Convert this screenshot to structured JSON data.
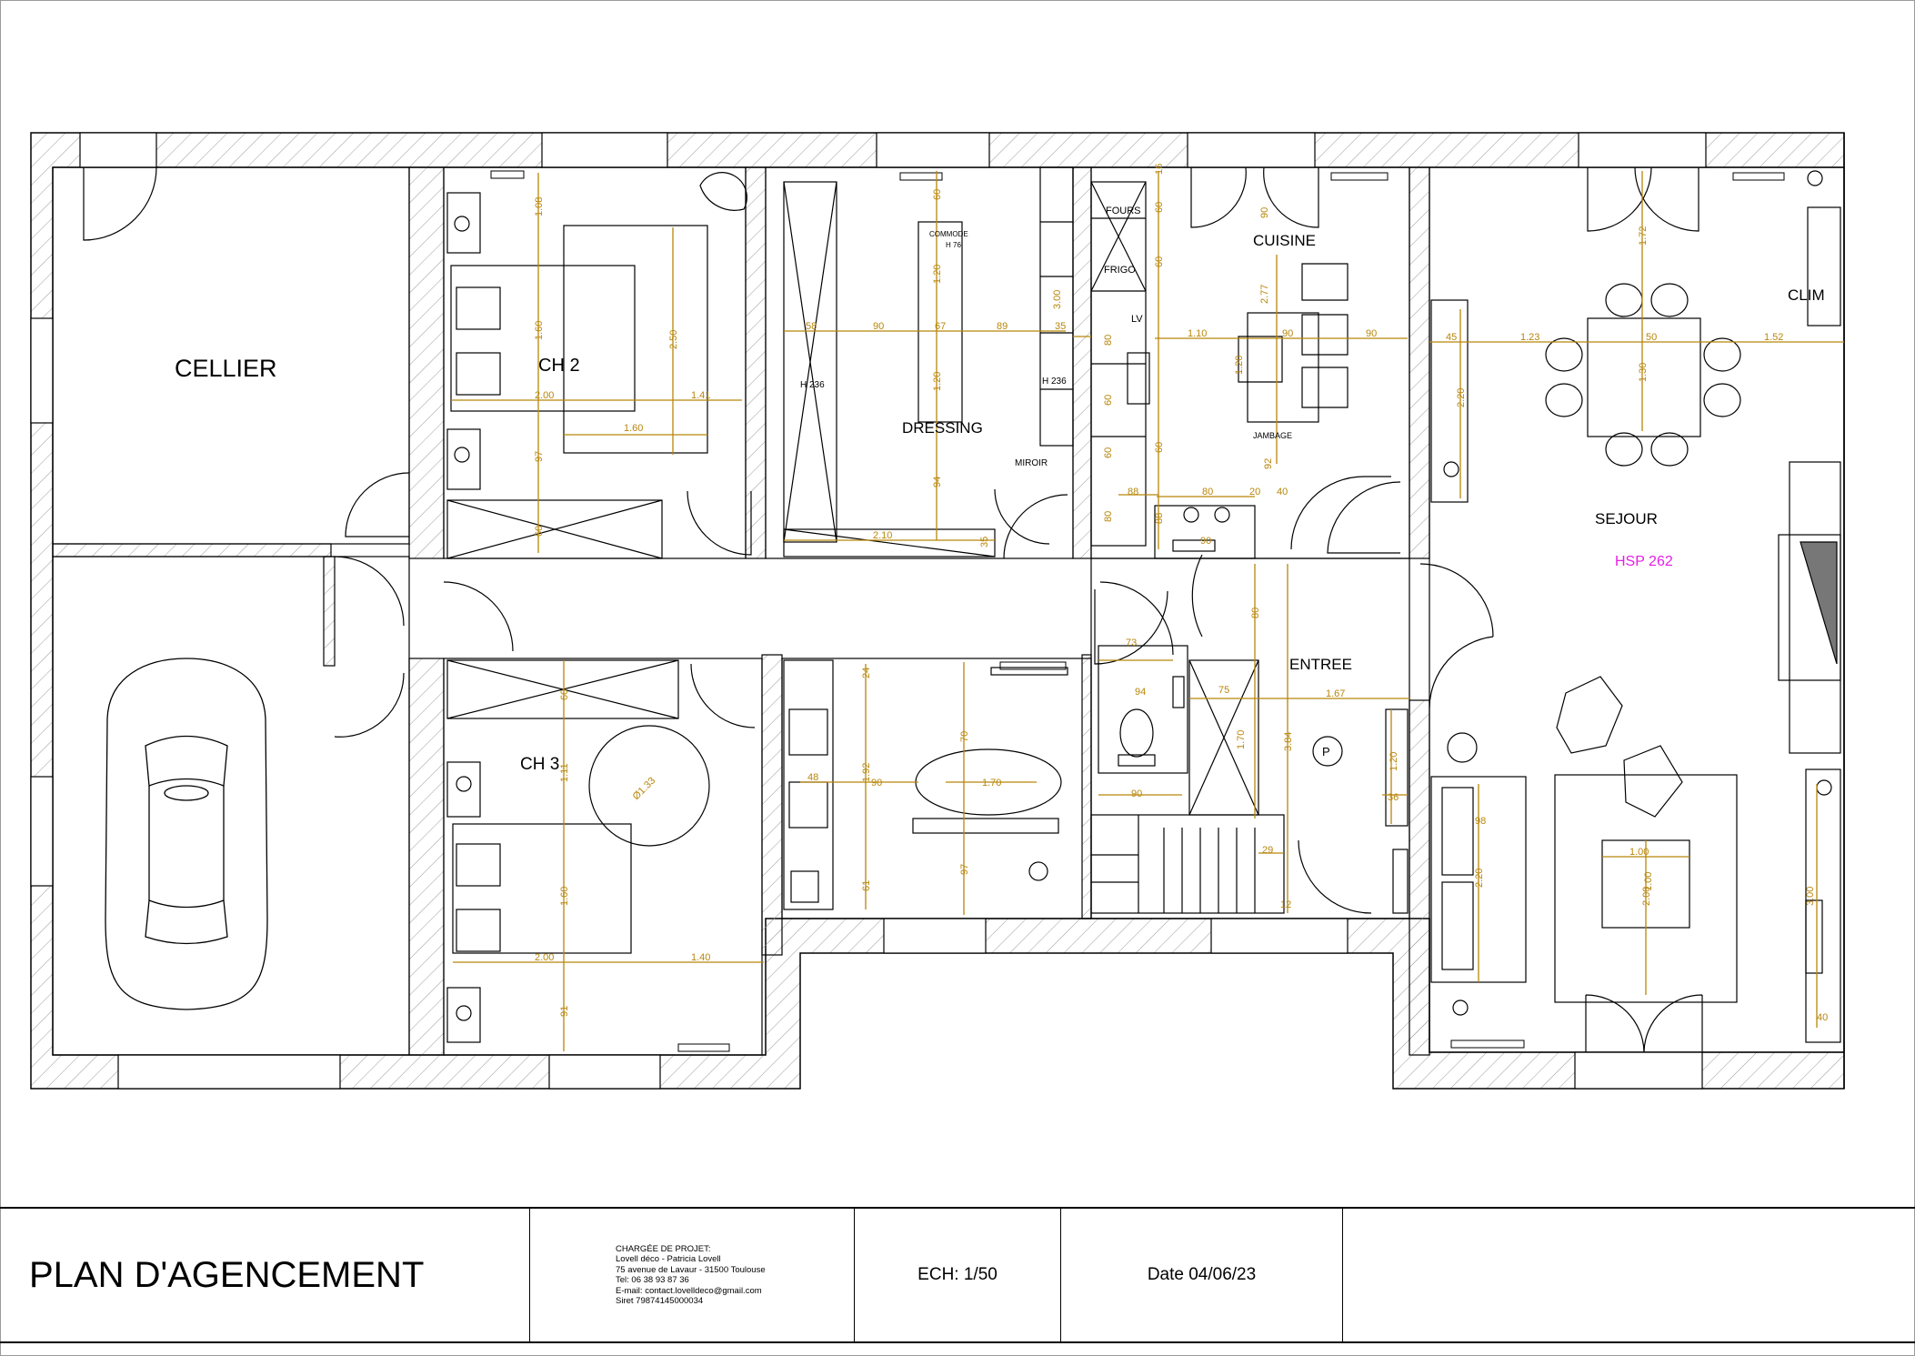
{
  "rooms": {
    "cellier": "CELLIER",
    "ch2": "CH 2",
    "ch3": "CH 3",
    "dressing": "DRESSING",
    "cuisine": "CUISINE",
    "sejour": "SEJOUR",
    "clim": "CLIM",
    "entree": "ENTREE"
  },
  "annotations": {
    "hsp": "HSP 262",
    "fours": "FOURS",
    "frigo": "FRIGO",
    "lv": "LV",
    "commode": "COMMODE",
    "commode_h": "H 76",
    "h236_left": "H 236",
    "h236_right": "H 236",
    "miroir": "MIROIR",
    "jambage": "JAMBAGE",
    "p": "P",
    "diam": "Ø1.33"
  },
  "dimensions": {
    "ch2_a": "1.08",
    "ch2_b": "1.60",
    "ch2_c": "2.50",
    "ch2_d": "2.00",
    "ch2_e": "1.41",
    "ch2_f": "1.60",
    "ch2_g": "97",
    "ch2_h": "60",
    "dr_a": "60",
    "dr_b": "58",
    "dr_c": "90",
    "dr_d": "67",
    "dr_e": "89",
    "dr_f": "1.20",
    "dr_g": "1.20",
    "dr_h": "2.10",
    "dr_i": "94",
    "dr_j": "35",
    "dr_k": "3.00",
    "dr_l": "35",
    "k_a": "60",
    "k_b": "60",
    "k_c": "60",
    "k_d": "80",
    "k_e": "60",
    "k_f": "60",
    "k_g": "80",
    "k_h": "1.10",
    "k_i": "90",
    "k_j": "90",
    "k_k": "2.77",
    "k_l": "1.20",
    "k_m": "92",
    "k_n": "80",
    "k_o": "20",
    "k_p": "40",
    "k_q": "88",
    "k_r": "90",
    "k_s": "60",
    "k_t": "90",
    "k_u": "88",
    "k_v": "80",
    "k_w": "16",
    "s_a": "1.72",
    "s_b": "45",
    "s_c": "1.23",
    "s_d": "50",
    "s_e": "1.52",
    "s_f": "1.30",
    "s_g": "2.20",
    "s_h": "1.00",
    "s_i": "1.00",
    "s_j": "2.00",
    "s_k": "2.20",
    "s_l": "98",
    "s_m": "3.00",
    "s_n": "40",
    "s_o": "1.20",
    "s_p": "36",
    "ch3_a": "60",
    "ch3_b": "1.11",
    "ch3_c": "1.60",
    "ch3_d": "2.00",
    "ch3_e": "1.40",
    "ch3_f": "91",
    "b_a": "24",
    "b_b": "48",
    "b_c": "1.92",
    "b_d": "90",
    "b_e": "1.70",
    "b_f": "70",
    "b_g": "97",
    "b_h": "61",
    "e_a": "80",
    "e_b": "75",
    "e_c": "1.67",
    "e_d": "1.70",
    "e_e": "3.84",
    "e_f": "29",
    "e_g": "12",
    "wc_a": "73",
    "wc_b": "94",
    "wc_c": "90"
  },
  "cartouche": {
    "title": "PLAN D'AGENCEMENT",
    "contact_lines": [
      "CHARGÉE DE PROJET:",
      "Lovell déco - Patricia Lovell",
      "75 avenue de Lavaur - 31500 Toulouse",
      "Tel: 06 38 93 87 36",
      "E-mail: contact.lovelldeco@gmail.com",
      "Siret 79874145000034"
    ],
    "scale": "ECH: 1/50",
    "date": "Date 04/06/23"
  },
  "colors": {
    "wall": "#000000",
    "hatch": "#9a9a9a",
    "dimension": "#b8860b",
    "accent": "#e61ee6"
  }
}
